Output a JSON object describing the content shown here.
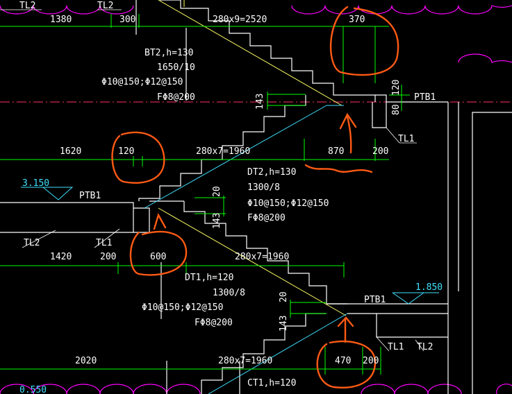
{
  "colors": {
    "background": "#000000",
    "dimension": "#00ff00",
    "structure": "#ffffff",
    "stair": "#ffff66",
    "level": "#3fe0ff",
    "axis": "#ff3060",
    "cloud": "#ff00ff",
    "markup": "#ff5a14"
  },
  "labels": {
    "tl2_a": "TL2",
    "tl2_b": "TL2",
    "tl2_c": "TL2",
    "tl2_d": "TL2",
    "tl1_a": "TL1",
    "tl1_b": "TL1",
    "tl1_c": "TL1",
    "ptb1_a": "PTB1",
    "ptb1_b": "PTB1",
    "ptb1_c": "PTB1"
  },
  "levels": {
    "l1": "3.150",
    "l2": "1.850",
    "l3": "0.550"
  },
  "dimensions": {
    "d1380": "1380",
    "d300": "300",
    "d280x9": "280x9=2520",
    "d370": "370",
    "d120v": "120",
    "d143a": "143",
    "d80": "80",
    "d1620": "1620",
    "d120": "120",
    "d280x7a": "280x7=1960",
    "d870": "870",
    "d200a": "200",
    "d20a": "20",
    "d143b": "143",
    "d1420": "1420",
    "d200b": "200",
    "d600": "600",
    "d280x7b": "280x7=1960",
    "d20b": "20",
    "d143c": "143",
    "d2020": "2020",
    "d280x7c": "280x7=1960",
    "d470": "470",
    "d200c": "200"
  },
  "notes": {
    "bt2": {
      "name": "BT2,h=130",
      "steps": "1650/10",
      "rebar": "Φ10@150;Φ12@150",
      "dist": "FΦ8@200"
    },
    "dt2": {
      "name": "DT2,h=130",
      "steps": "1300/8",
      "rebar": "Φ10@150;Φ12@150",
      "dist": "FΦ8@200"
    },
    "dt1": {
      "name": "DT1,h=120",
      "steps": "1300/8",
      "rebar": "Φ10@150;Φ12@150",
      "dist": "FΦ8@200"
    },
    "ct1": {
      "name": "CT1,h=120"
    }
  }
}
